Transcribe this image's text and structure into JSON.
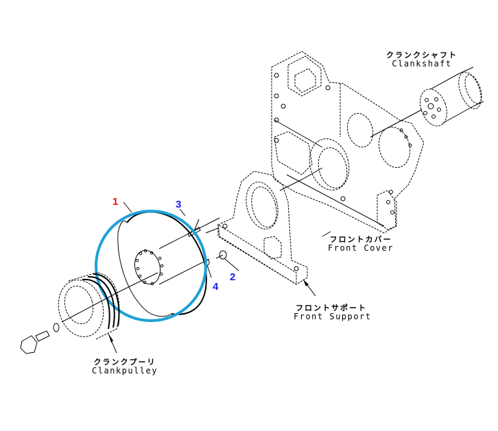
{
  "diagram": {
    "type": "exploded-parts-diagram",
    "colors": {
      "line": "#000000",
      "highlight_circle": "#1ea0d8",
      "callout_primary": "#ff0000",
      "callout_secondary": "#1a1ae6"
    },
    "parts": [
      {
        "id": "crankshaft",
        "label_jp": "クランクシャフト",
        "label_en": "Clankshaft"
      },
      {
        "id": "front-cover",
        "label_jp": "フロントカバー",
        "label_en": "Front Cover"
      },
      {
        "id": "front-support",
        "label_jp": "フロントサポート",
        "label_en": "Front Support"
      },
      {
        "id": "crank-pulley",
        "label_jp": "クランクプーリ",
        "label_en": "Clankpulley"
      }
    ],
    "callouts": [
      {
        "number": "1",
        "color": "#ff0000",
        "refers_to": "damper"
      },
      {
        "number": "2",
        "color": "#1a1ae6",
        "refers_to": "bolt"
      },
      {
        "number": "3",
        "color": "#1a1ae6",
        "refers_to": "pin"
      },
      {
        "number": "4",
        "color": "#1a1ae6",
        "refers_to": "washer"
      }
    ]
  }
}
